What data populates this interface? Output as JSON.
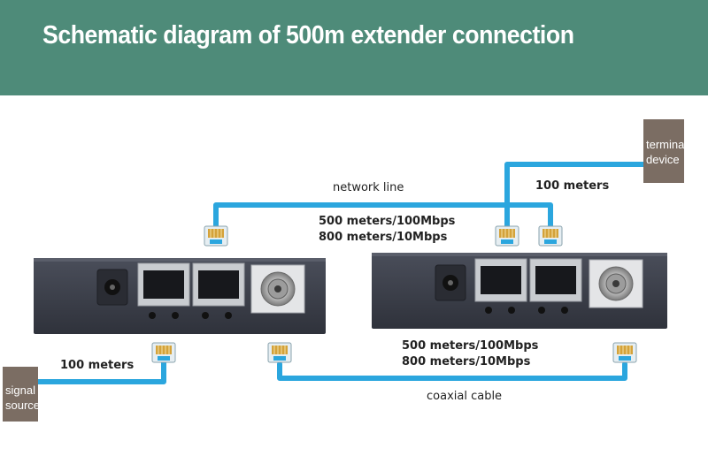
{
  "title": "Schematic diagram of 500m extender connection",
  "labels": {
    "terminal_device": "terminal device",
    "signal_source": "signal source",
    "network_line": "network line",
    "top_right_distance": "100 meters",
    "top_rate_1": "500 meters/100Mbps",
    "top_rate_2": "800 meters/10Mbps",
    "bottom_left_distance": "100 meters",
    "bottom_rate_1": "500 meters/100Mbps",
    "bottom_rate_2": "800 meters/10Mbps",
    "coaxial_cable": "coaxial cable"
  },
  "colors": {
    "banner": "#4e8b79",
    "cable": "#2ba6de",
    "device_body": "#3c3f4a",
    "label_box": "#7b6d63"
  }
}
